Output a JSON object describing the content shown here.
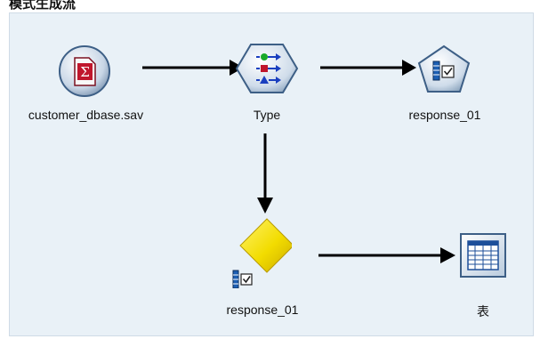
{
  "header": {
    "title": "模式生成流"
  },
  "stream": {
    "nodes": [
      {
        "id": "source",
        "label": "customer_dbase.sav",
        "icon": "sav-source-icon"
      },
      {
        "id": "type",
        "label": "Type",
        "icon": "type-node-icon"
      },
      {
        "id": "model_top",
        "label": "response_01",
        "icon": "model-nugget-icon"
      },
      {
        "id": "model_bottom",
        "label": "response_01",
        "icon": "model-diamond-icon"
      },
      {
        "id": "table",
        "label": "表",
        "icon": "table-output-icon"
      }
    ],
    "connections": [
      {
        "from": "source",
        "to": "type"
      },
      {
        "from": "type",
        "to": "model_top"
      },
      {
        "from": "type",
        "to": "model_bottom"
      },
      {
        "from": "model_bottom",
        "to": "table"
      }
    ]
  }
}
